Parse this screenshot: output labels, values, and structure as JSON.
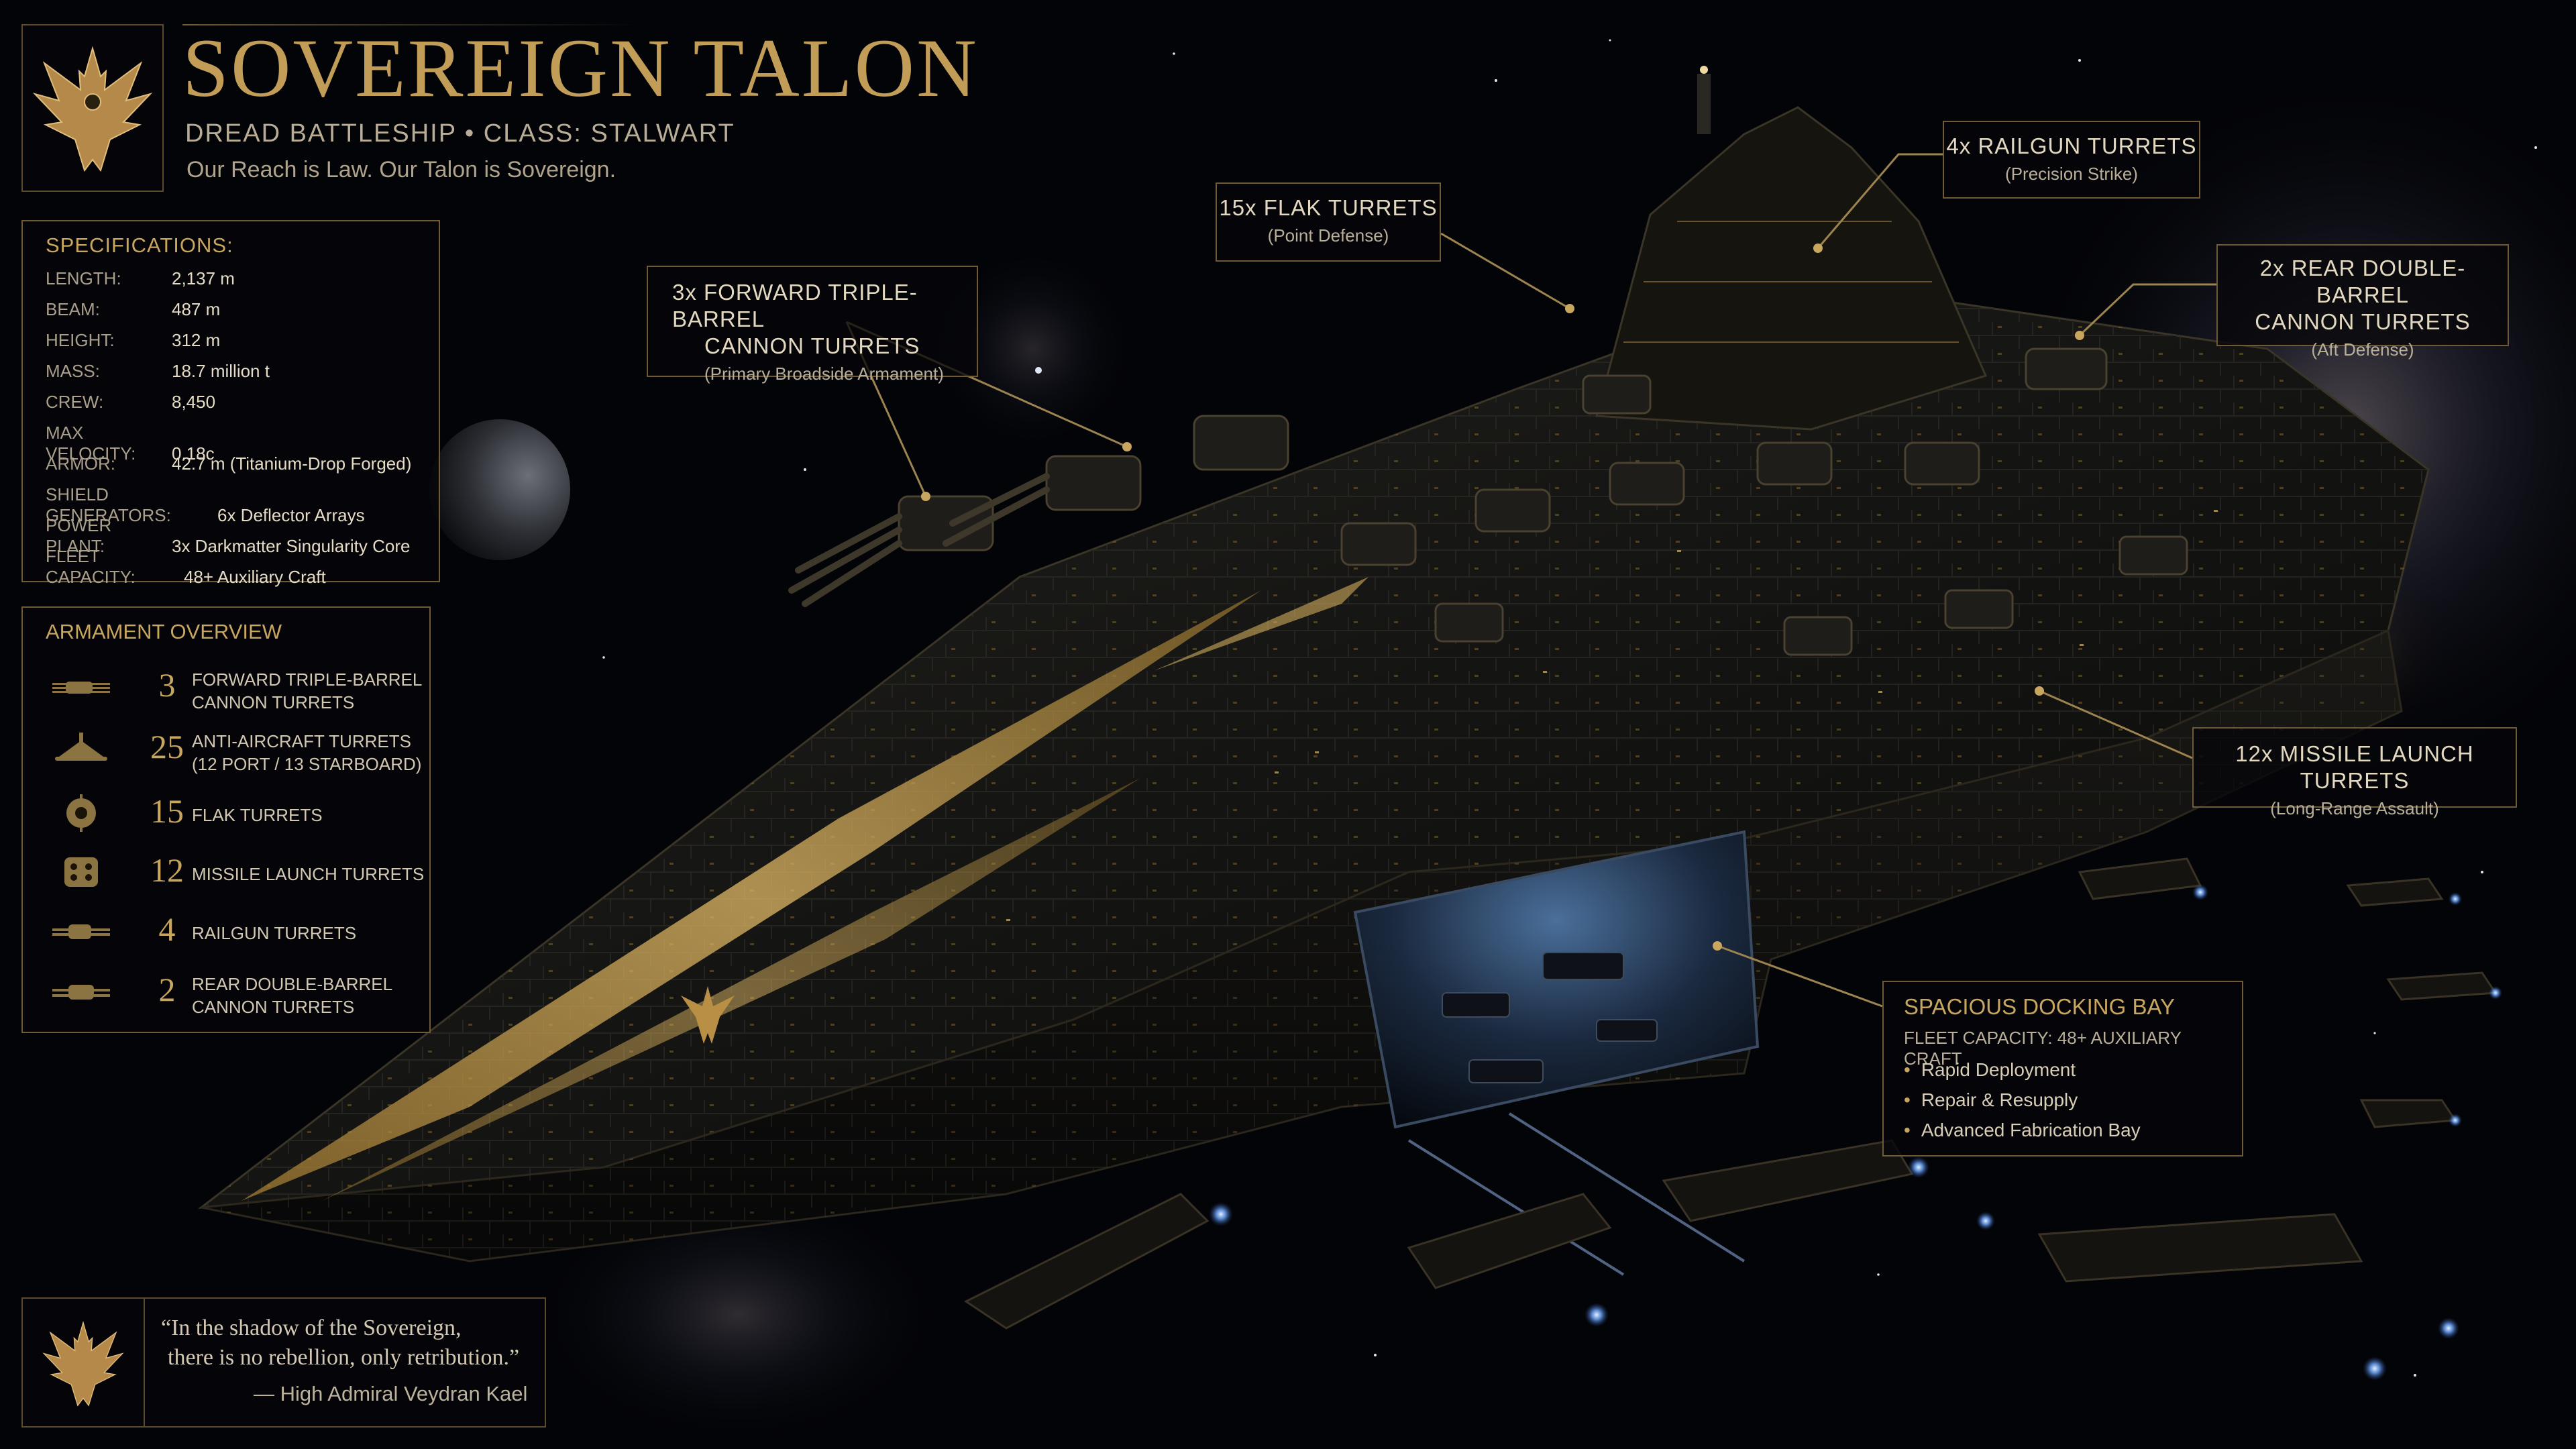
{
  "header": {
    "title": "SOVEREIGN TALON",
    "subtitle": "DREAD BATTLESHIP  •  CLASS:  STALWART",
    "motto": "Our Reach is Law.  Our Talon is Sovereign.",
    "emblem": "eagle-emblem"
  },
  "specs": {
    "heading": "SPECIFICATIONS:",
    "rows": [
      {
        "key": "LENGTH:",
        "value": "2,137 m"
      },
      {
        "key": "BEAM:",
        "value": "487 m"
      },
      {
        "key": "HEIGHT:",
        "value": "312 m"
      },
      {
        "key": "MASS:",
        "value": "18.7 million t"
      },
      {
        "key": "CREW:",
        "value": "8,450"
      },
      {
        "key": "MAX VELOCITY:",
        "value": "0.18c"
      },
      {
        "key": "ARMOR:",
        "value": "42.7 m (Titanium-Drop Forged)"
      },
      {
        "key": "SHIELD GENERATORS:",
        "value": "6x Deflector Arrays"
      },
      {
        "key": "POWER PLANT:",
        "value": "3x Darkmatter Singularity Core"
      },
      {
        "key": "FLEET CAPACITY:",
        "value": "48+ Auxiliary Craft"
      }
    ]
  },
  "armament": {
    "heading": "ARMAMENT OVERVIEW",
    "rows": [
      {
        "icon": "triple-cannon-icon",
        "count": "3",
        "line1": "FORWARD TRIPLE-BARREL",
        "line2": "CANNON TURRETS"
      },
      {
        "icon": "anti-aircraft-icon",
        "count": "25",
        "line1": "ANTI-AIRCRAFT TURRETS",
        "line2": "(12 PORT / 13 STARBOARD)"
      },
      {
        "icon": "flak-icon",
        "count": "15",
        "line1": "FLAK TURRETS",
        "line2": ""
      },
      {
        "icon": "missile-icon",
        "count": "12",
        "line1": "MISSILE LAUNCH TURRETS",
        "line2": ""
      },
      {
        "icon": "railgun-icon",
        "count": "4",
        "line1": "RAILGUN TURRETS",
        "line2": ""
      },
      {
        "icon": "rear-cannon-icon",
        "count": "2",
        "line1": "REAR DOUBLE-BARREL",
        "line2": "CANNON TURRETS"
      }
    ]
  },
  "callouts": {
    "forward": {
      "title1": "3x  FORWARD TRIPLE-BARREL",
      "title2": "CANNON TURRETS",
      "sub": "(Primary Broadside Armament)"
    },
    "flak": {
      "title": "15x FLAK TURRETS",
      "sub": "(Point Defense)"
    },
    "railgun": {
      "title": "4x RAILGUN TURRETS",
      "sub": "(Precision Strike)"
    },
    "rear": {
      "title1": "2x REAR DOUBLE-BARREL",
      "title2": "CANNON TURRETS",
      "sub": "(Aft Defense)"
    },
    "missile": {
      "title": "12x MISSILE LAUNCH TURRETS",
      "sub": "(Long-Range Assault)"
    },
    "dock": {
      "title": "SPACIOUS DOCKING BAY",
      "sub": "FLEET CAPACITY: 48+ AUXILIARY CRAFT",
      "bullets": [
        "Rapid Deployment",
        "Repair & Resupply",
        "Advanced Fabrication Bay"
      ]
    }
  },
  "quote": {
    "line1": "“In the shadow of the Sovereign,",
    "line2": "there is no rebellion, only retribution.”",
    "attribution": "— High Admiral Veydran Kael"
  },
  "colors": {
    "accent": "#c9a65e",
    "background": "#030407",
    "panel_border": "#6e5a36"
  }
}
